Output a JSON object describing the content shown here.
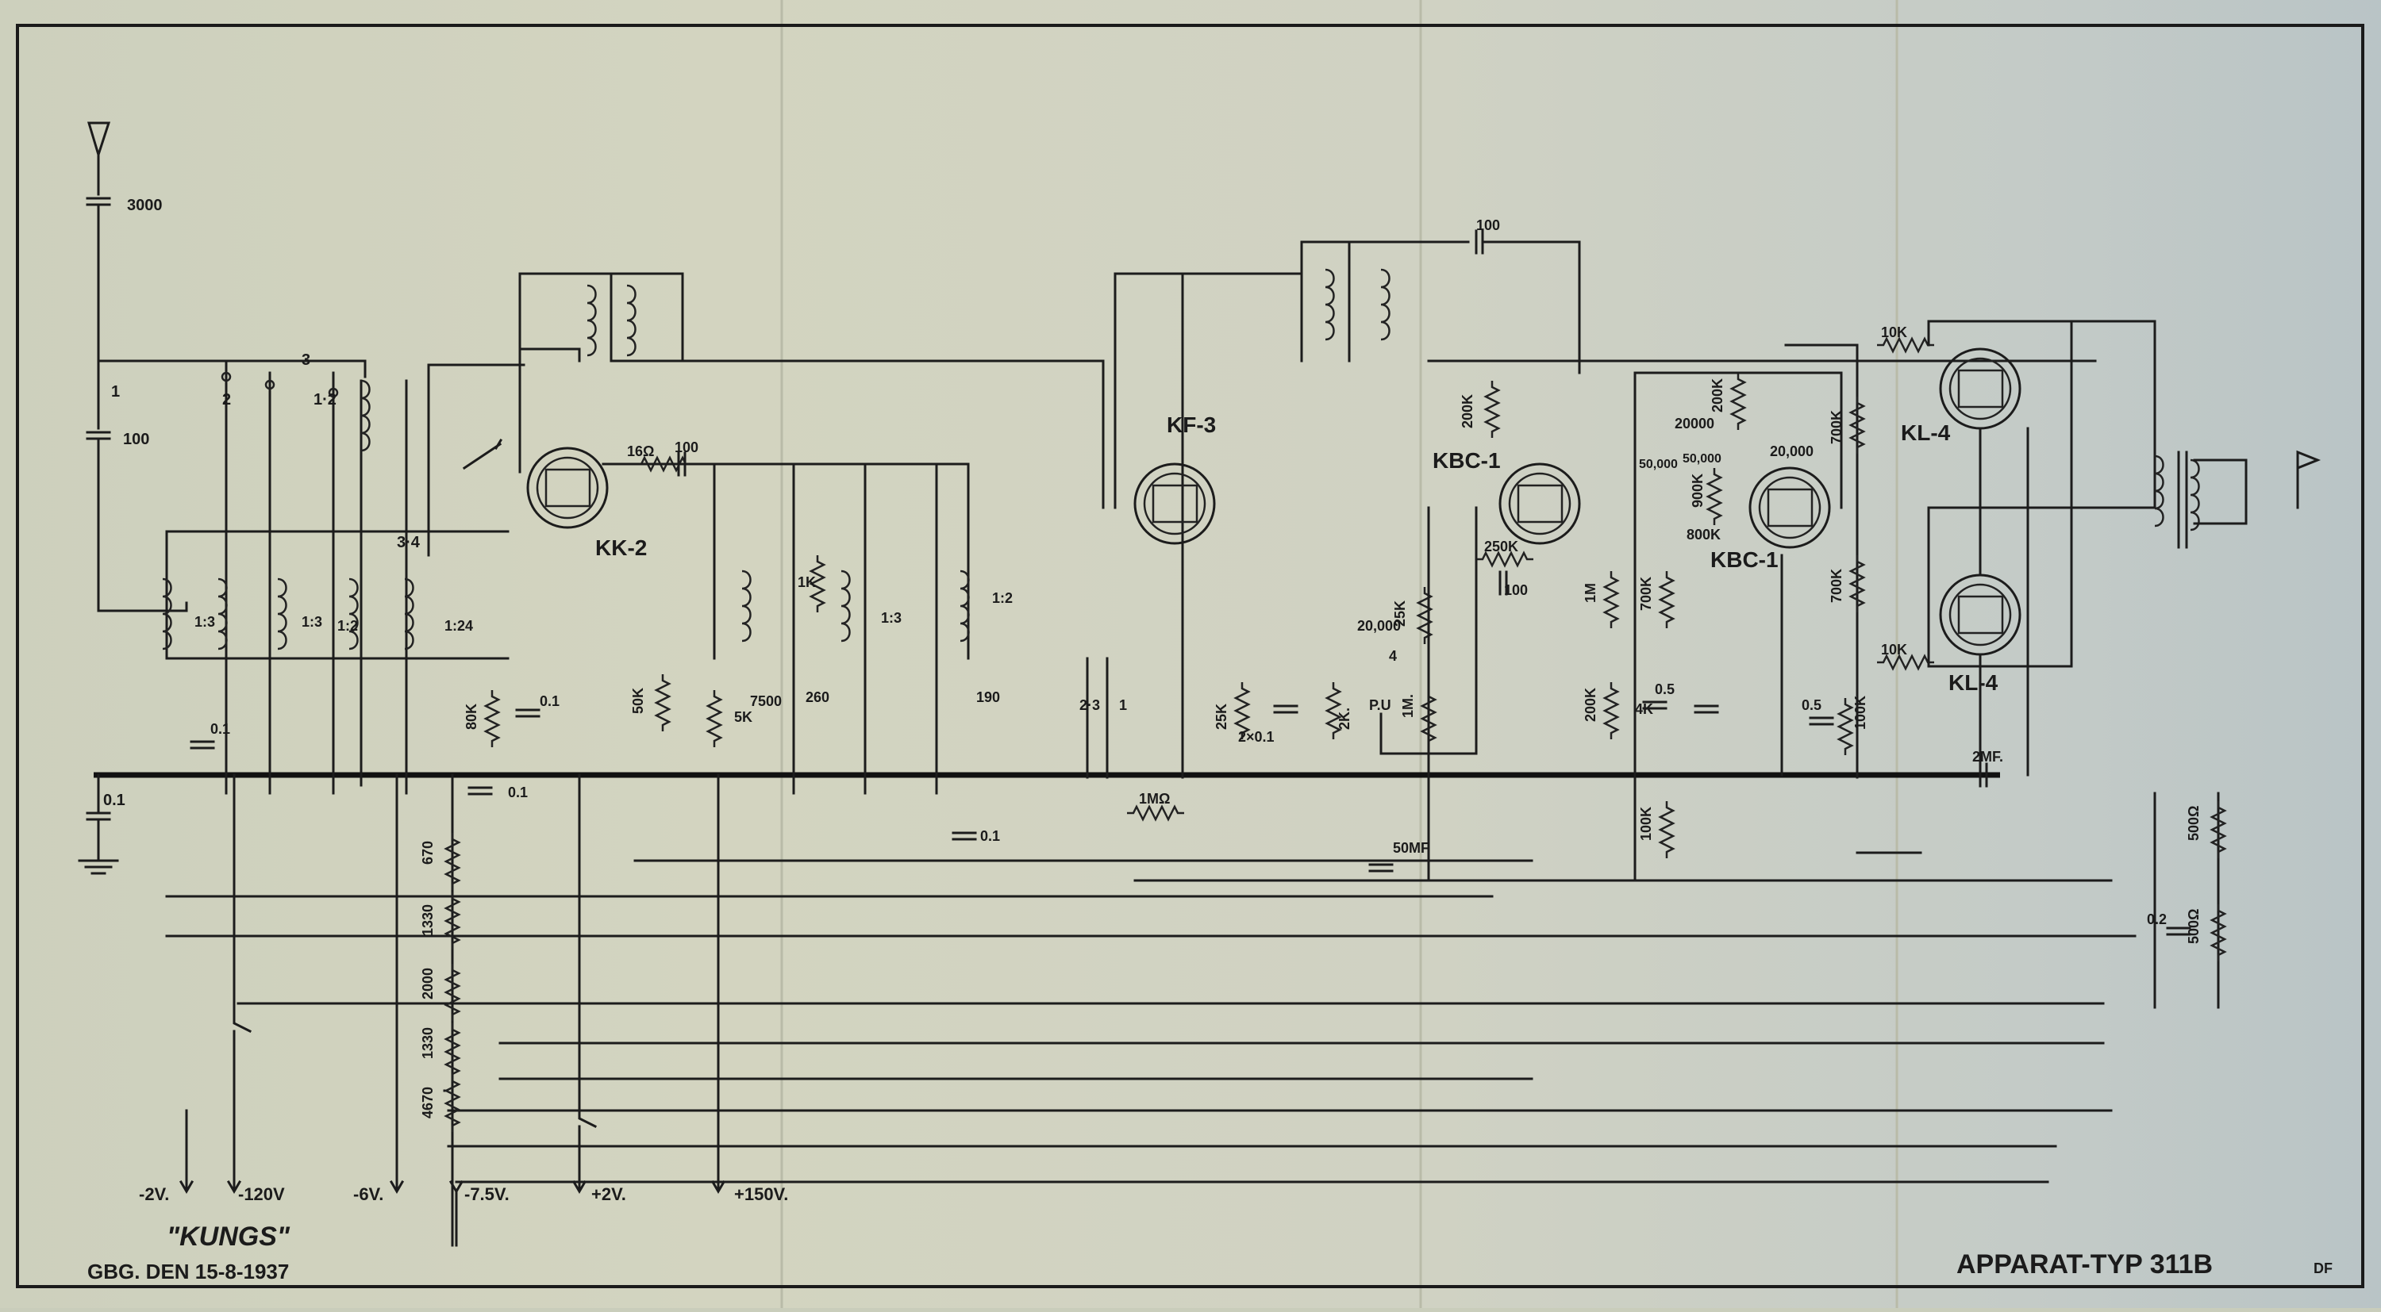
{
  "title": {
    "left": "\"KUNGS\"",
    "date": "GBG. DEN 15-8-1937",
    "right": "APPARAT-TYP 311B",
    "initials": "DF"
  },
  "tubes": [
    {
      "id": "kk2",
      "label": "KK-2"
    },
    {
      "id": "kf3",
      "label": "KF-3"
    },
    {
      "id": "kbc1a",
      "label": "KBC-1"
    },
    {
      "id": "kbc1b",
      "label": "KBC-1"
    },
    {
      "id": "kl4a",
      "label": "KL-4"
    },
    {
      "id": "kl4b",
      "label": "KL-4"
    }
  ],
  "supplies": [
    "-2V.",
    "-120V",
    "-6V.",
    "-7.5V.",
    "+2V.",
    "+150V."
  ],
  "labels": {
    "ant_cap": "3000",
    "cap100a": "100",
    "sw1": "1",
    "sw2": "2",
    "sw3": "3",
    "sw12": "1·2",
    "sw34": "3·4",
    "r16": "16Ω",
    "c100b": "100",
    "c100top": "100",
    "c01a": "0.1",
    "c01b": "0.1",
    "c01c": "0.1",
    "c01d": "0.1",
    "c01e": "0.1",
    "r80k": "80K",
    "r50k": "50K",
    "r5k": "5K",
    "c7500": "7500",
    "r1k": "1K",
    "c260": "260",
    "c190": "190",
    "t13a": "1:3",
    "t13b": "1:3",
    "t12a": "1:2",
    "t124": "1:24",
    "t13c": "1:3",
    "t12b": "1:2",
    "sw23": "2·3",
    "swr1": "1",
    "r25k": "25K",
    "c2x01": "2×0.1",
    "r2k": "2K.",
    "r1m": "1MΩ",
    "c20000": "20,000",
    "r25kb": "25K",
    "r1mb": "1M.",
    "pu": "P.U",
    "sw4": "4",
    "r250k": "250K",
    "c100c": "100",
    "r200ka": "200K",
    "r200kb": "200K",
    "c20000b": "20000",
    "c20000c": "20,000",
    "c50000a": "50,000",
    "c50000b": "50,000",
    "r900k": "900K",
    "r800k": "800K",
    "r1mc": "1M",
    "r700ka": "700K",
    "r200kc": "200K",
    "r4k": "4K",
    "c05a": "0.5",
    "c05b": "0.5",
    "r100ka": "100K",
    "r100kb": "100K",
    "r10ka": "10K",
    "r10kb": "10K",
    "r700kb": "700K",
    "r700kc": "700K",
    "c2mf": "2MF.",
    "c50mf": "50MF",
    "c02": "0.2",
    "r500a": "500Ω",
    "r500b": "500Ω",
    "d670": "670",
    "d1330a": "1330",
    "d2000": "2000",
    "d1330b": "1330",
    "d4670": "4670"
  }
}
